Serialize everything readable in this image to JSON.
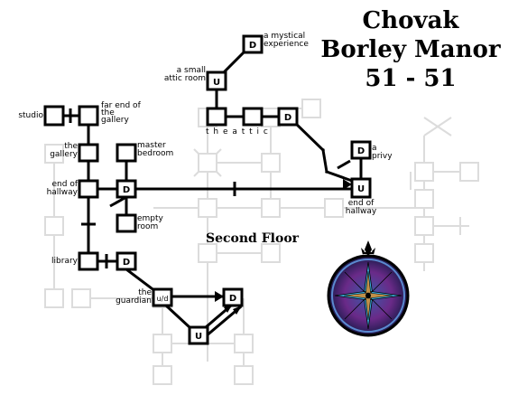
{
  "title": {
    "line1": "Chovak",
    "line2": "Borley Manor",
    "line3": "51 - 51"
  },
  "floor_label": "Second Floor",
  "rooms": {
    "studio": "studio",
    "far_end_gallery": "far end of the gallery",
    "gallery": "the gallery",
    "master_bedroom": "master bedroom",
    "end_hallway_w": "end of hallway",
    "empty_room": "empty room",
    "library": "library",
    "guardian": "the guardian",
    "mystical": "a mystical experience",
    "attic_room": "a small attic room",
    "the_attic": "t h e   a t t i c",
    "privy": "a privy",
    "end_hallway_e": "end of hallway"
  },
  "markers": {
    "up": "U",
    "down": "D",
    "updown": "u/d"
  },
  "colors": {
    "ink": "#000000",
    "ghost": "#dcdcdc",
    "compass_bg": "#1a1a4a",
    "compass_ring": "#5a8ad0"
  }
}
